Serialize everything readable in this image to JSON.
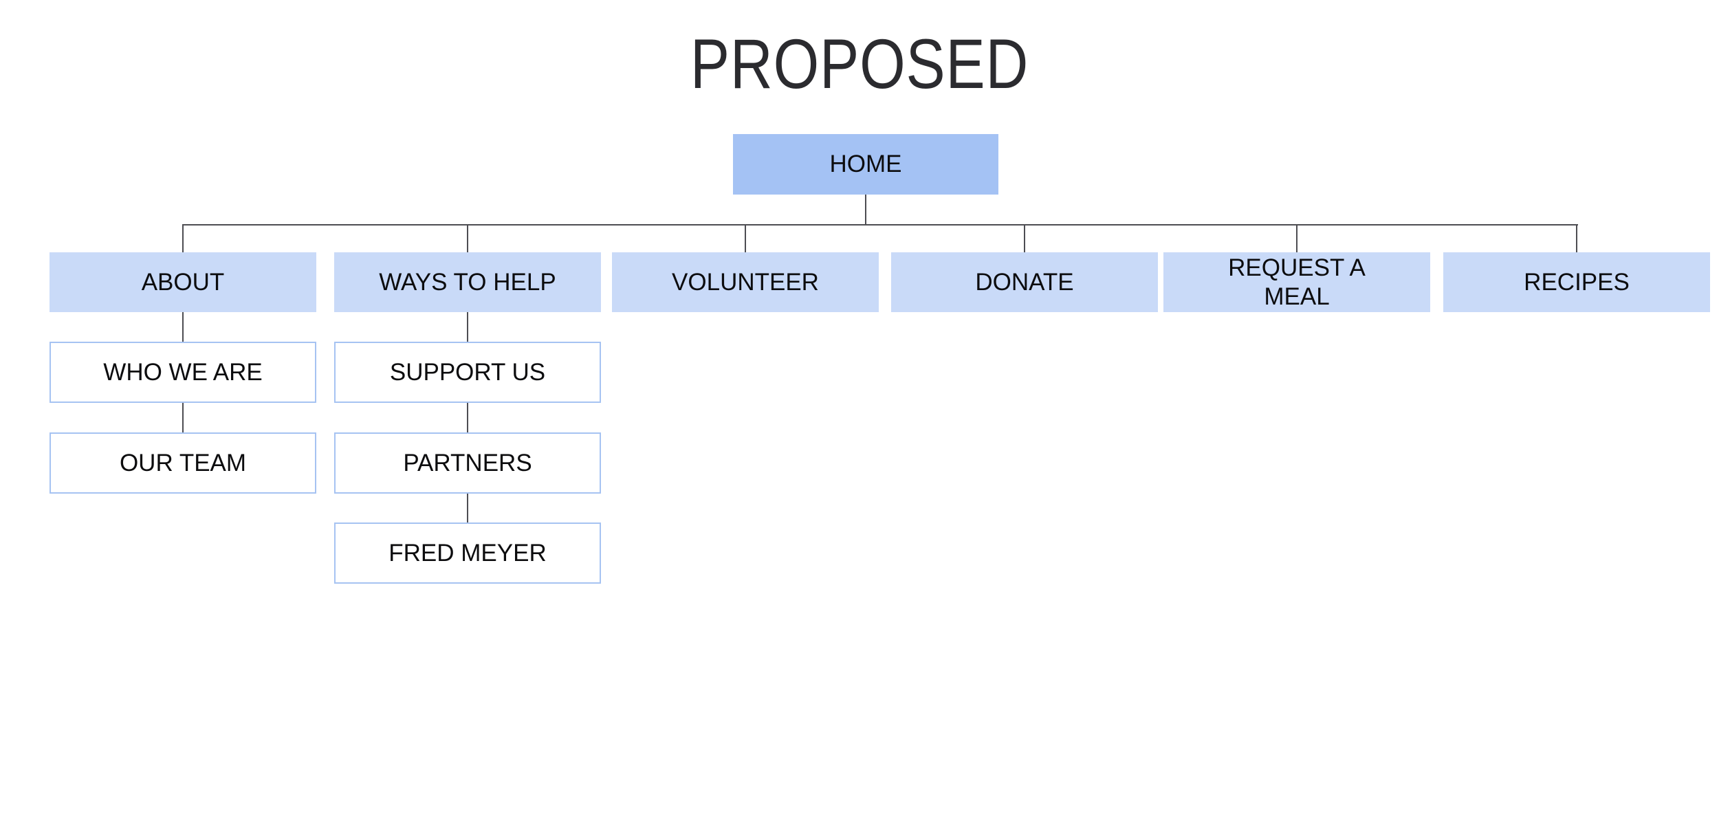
{
  "title": "PROPOSED",
  "colors": {
    "home_fill": "#a4c2f4",
    "section_fill": "#c9daf8",
    "leaf_border": "#a6c3f2",
    "connector": "#4d4d52",
    "title_color": "#2b2b2f",
    "label_color": "#0c0c0e",
    "background": "#ffffff"
  },
  "sitemap": {
    "root": {
      "label": "HOME"
    },
    "sections": [
      {
        "label": "ABOUT",
        "children": [
          {
            "label": "WHO WE ARE"
          },
          {
            "label": "OUR TEAM"
          }
        ]
      },
      {
        "label": "WAYS TO HELP",
        "children": [
          {
            "label": "SUPPORT US"
          },
          {
            "label": "PARTNERS"
          },
          {
            "label": "FRED MEYER"
          }
        ]
      },
      {
        "label": "VOLUNTEER",
        "children": []
      },
      {
        "label": "DONATE",
        "children": []
      },
      {
        "label": "REQUEST A MEAL",
        "children": []
      },
      {
        "label": "RECIPES",
        "children": []
      }
    ]
  }
}
